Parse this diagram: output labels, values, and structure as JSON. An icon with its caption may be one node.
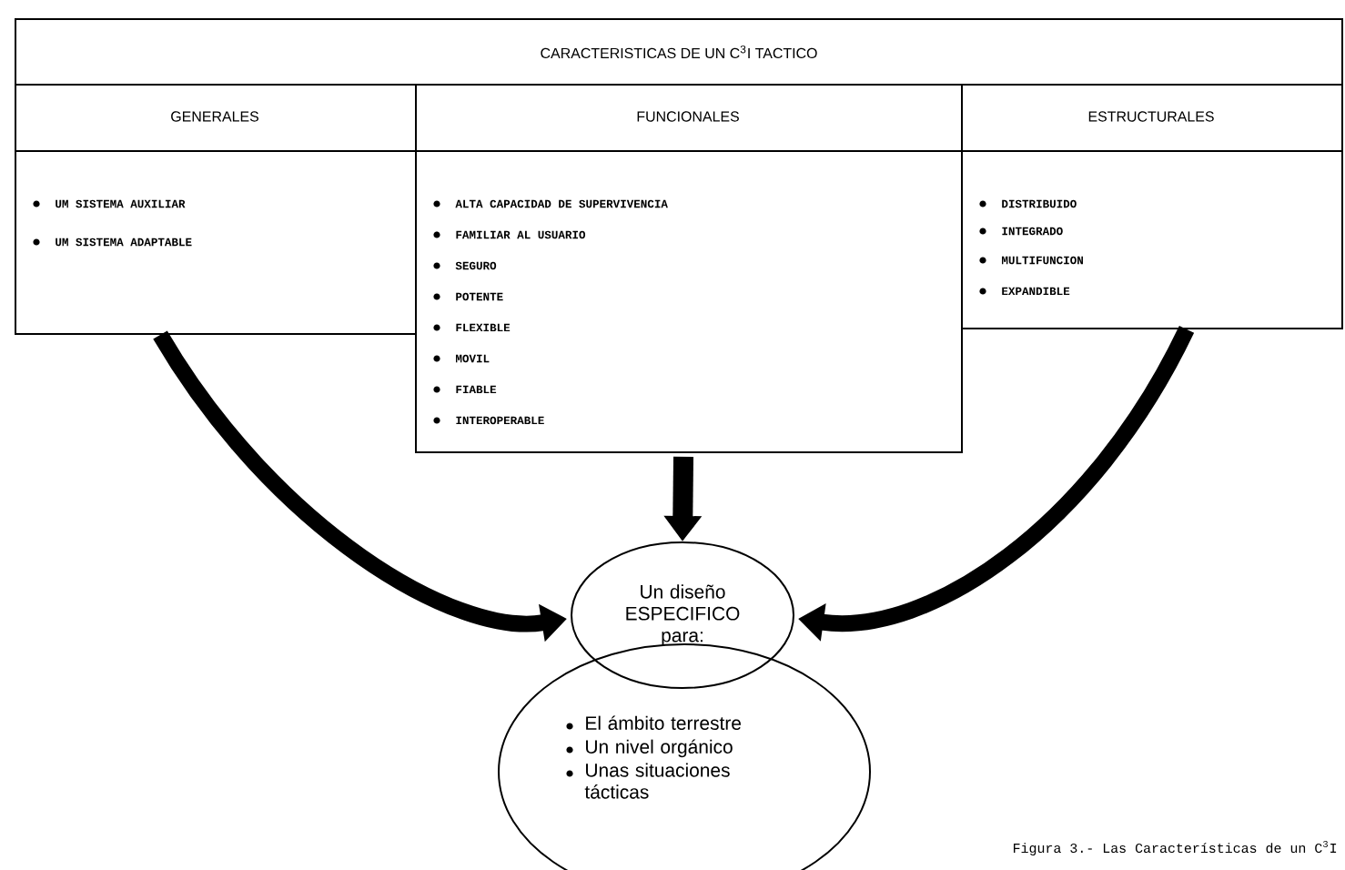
{
  "diagram": {
    "caption": "Figura 3.- Las Características de un C$^{3}$I",
    "nodes": [
      {
        "text": [
          "CARACTERISTICAS DE UN C$^{3}$I TACTICO"
        ]
      },
      {
        "text": [
          "GENERALES",
          "UM SISTEMA AUXILIAR",
          "UM SISTEMA ADAPTABLE"
        ]
      },
      {
        "text": [
          "FUNCIONALES",
          "ALTA CAPACIDAD DE SUPERVIVENCIA",
          "FAMILIAR AL USUARIO",
          "SEGURO",
          "POTENTE",
          "FLEXIBLE",
          "MOVIL",
          "FIABLE",
          "INTEROPERABLE"
        ]
      },
      {
        "text": [
          "ESTRUCTURALES",
          "DISTRIBUIDO",
          "INTEGRADO",
          "MULTIFUNCION",
          "EXPANDIBLE"
        ]
      },
      {
        "text": [
          "Un diseño ESPECIFICO para:"
        ]
      },
      {
        "text": [
          "El ámbito terrestre",
          "Un nivel orgánico",
          "Unas situaciones tácticas"
        ]
      }
    ],
    "edges": [
      {
        "from": 1,
        "to": 4,
        "arrow": "to"
      },
      {
        "from": 2,
        "to": 4,
        "arrow": "to"
      },
      {
        "from": 3,
        "to": 4,
        "arrow": "to"
      }
    ]
  }
}
